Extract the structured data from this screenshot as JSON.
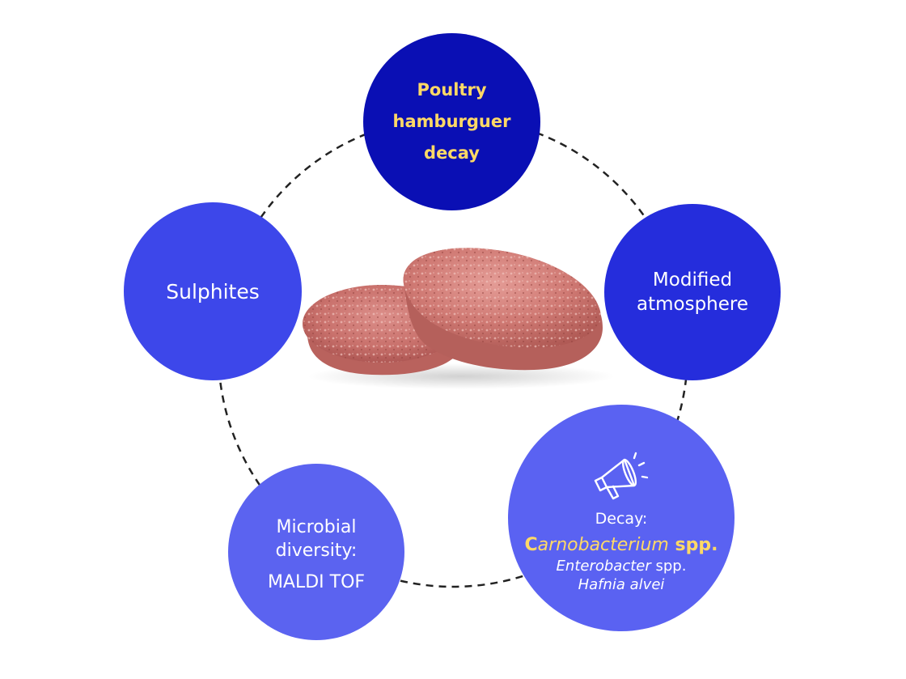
{
  "center": {
    "image": "two raw poultry hamburger patties"
  },
  "nodes": {
    "top": {
      "lines": [
        "Poultry",
        "hamburguer",
        "decay"
      ]
    },
    "left": {
      "label": "Sulphites"
    },
    "right": {
      "lines": [
        "Modified",
        "atmosphere"
      ]
    },
    "bottom_left": {
      "lines": [
        "Microbial",
        "diversity:"
      ],
      "method": "MALDI TOF"
    },
    "bottom_right": {
      "icon": "megaphone-icon",
      "label": "Decay:",
      "primary_genus_initial": "C",
      "primary_genus_rest": "arnobacterium",
      "primary_suffix": "spp.",
      "secondary_genus": "Enterobacter",
      "secondary_suffix": "spp.",
      "tertiary_species": "Hafnia alvei"
    }
  },
  "colors": {
    "top_node": "#0a0fb4",
    "left_node": "#3d47ea",
    "right_node": "#252ddc",
    "bottom_left_node": "#5b63f0",
    "bottom_right_node": "#5a62f2",
    "highlight_text": "#ffd966",
    "connector": "#222222"
  }
}
